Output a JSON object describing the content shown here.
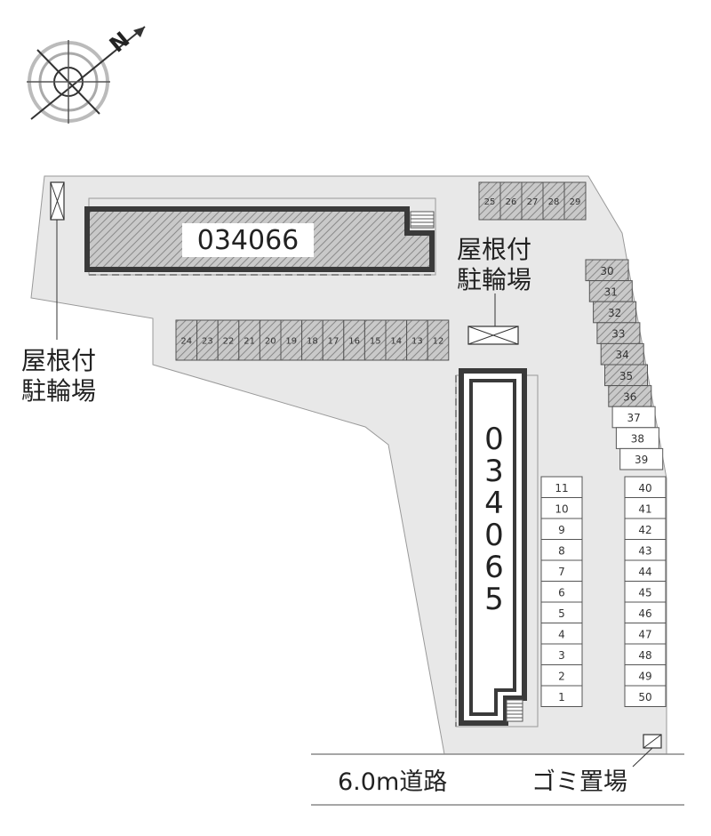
{
  "compass": {
    "north_label": "N",
    "icon": "compass-rose-icon"
  },
  "buildings": [
    {
      "id": "034066"
    },
    {
      "id": "034065"
    }
  ],
  "bike_parking_label_left": [
    "屋根付",
    "駐輪場"
  ],
  "bike_parking_label_mid": [
    "屋根付",
    "駐輪場"
  ],
  "road_label": "6.0m道路",
  "garbage_label": "ゴミ置場",
  "parking": {
    "top_row": [
      "25",
      "26",
      "27",
      "28",
      "29"
    ],
    "middle_row": [
      "24",
      "23",
      "22",
      "21",
      "20",
      "19",
      "18",
      "17",
      "16",
      "15",
      "14",
      "13",
      "12"
    ],
    "left_column": [
      "11",
      "10",
      "9",
      "8",
      "7",
      "6",
      "5",
      "4",
      "3",
      "2",
      "1"
    ],
    "diagonal": [
      "30",
      "31",
      "32",
      "33",
      "34",
      "35",
      "36",
      "37",
      "38",
      "39"
    ],
    "right_column": [
      "40",
      "41",
      "42",
      "43",
      "44",
      "45",
      "46",
      "47",
      "48",
      "49",
      "50"
    ]
  },
  "colors": {
    "lot": "#e8e8e8",
    "hatch": "#9a9a9a",
    "building_border": "#3a3a3a"
  }
}
